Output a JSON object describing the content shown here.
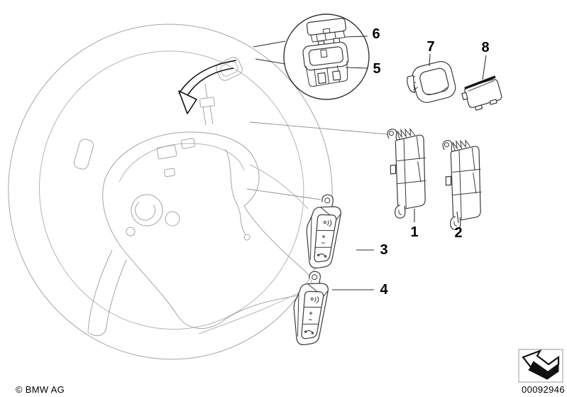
{
  "diagram": {
    "callouts": [
      {
        "label": "1"
      },
      {
        "label": "2"
      },
      {
        "label": "3"
      },
      {
        "label": "4"
      },
      {
        "label": "5"
      },
      {
        "label": "6"
      },
      {
        "label": "7"
      },
      {
        "label": "8"
      }
    ],
    "switch_buttons": {
      "plus": "+",
      "minus": "−"
    },
    "colors": {
      "background": "#ffffff",
      "wheel_line_gray": "#a5a5a5",
      "part_line_dark": "#3a3a3a",
      "callout_black": "#000000"
    },
    "footer": {
      "copyright": "© BMW AG",
      "image_number": "00092946"
    }
  }
}
